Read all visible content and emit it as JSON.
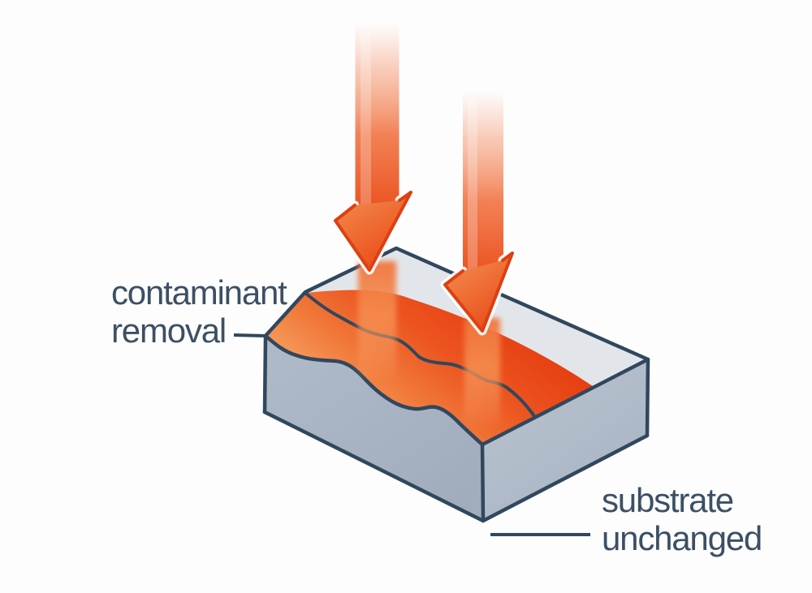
{
  "labels": {
    "contaminant_removal": {
      "line1": "contaminant",
      "line2": "removal"
    },
    "substrate_unchanged": {
      "line1": "substrate",
      "line2": "unchanged"
    }
  },
  "diagram": {
    "kind": "isometric laser-cleaning illustration",
    "elements": [
      "laser-beam-arrow-left",
      "laser-beam-arrow-right",
      "laser-glow-spot-left",
      "laser-glow-spot-right",
      "contaminant-layer",
      "substrate-block"
    ],
    "colors": {
      "background": "#fdfdfd",
      "outline_navy": "#31475d",
      "text_navy": "#3c4f64",
      "top_face_gray": "#e2e6eb",
      "left_wall_gray": "#a7b3c3",
      "right_wall_gray": "#b1bcca",
      "contaminant_dark_orange": "#e63f14",
      "contaminant_light_orange": "#f7ab6e",
      "laser_orange": "#ec4f1d"
    }
  }
}
